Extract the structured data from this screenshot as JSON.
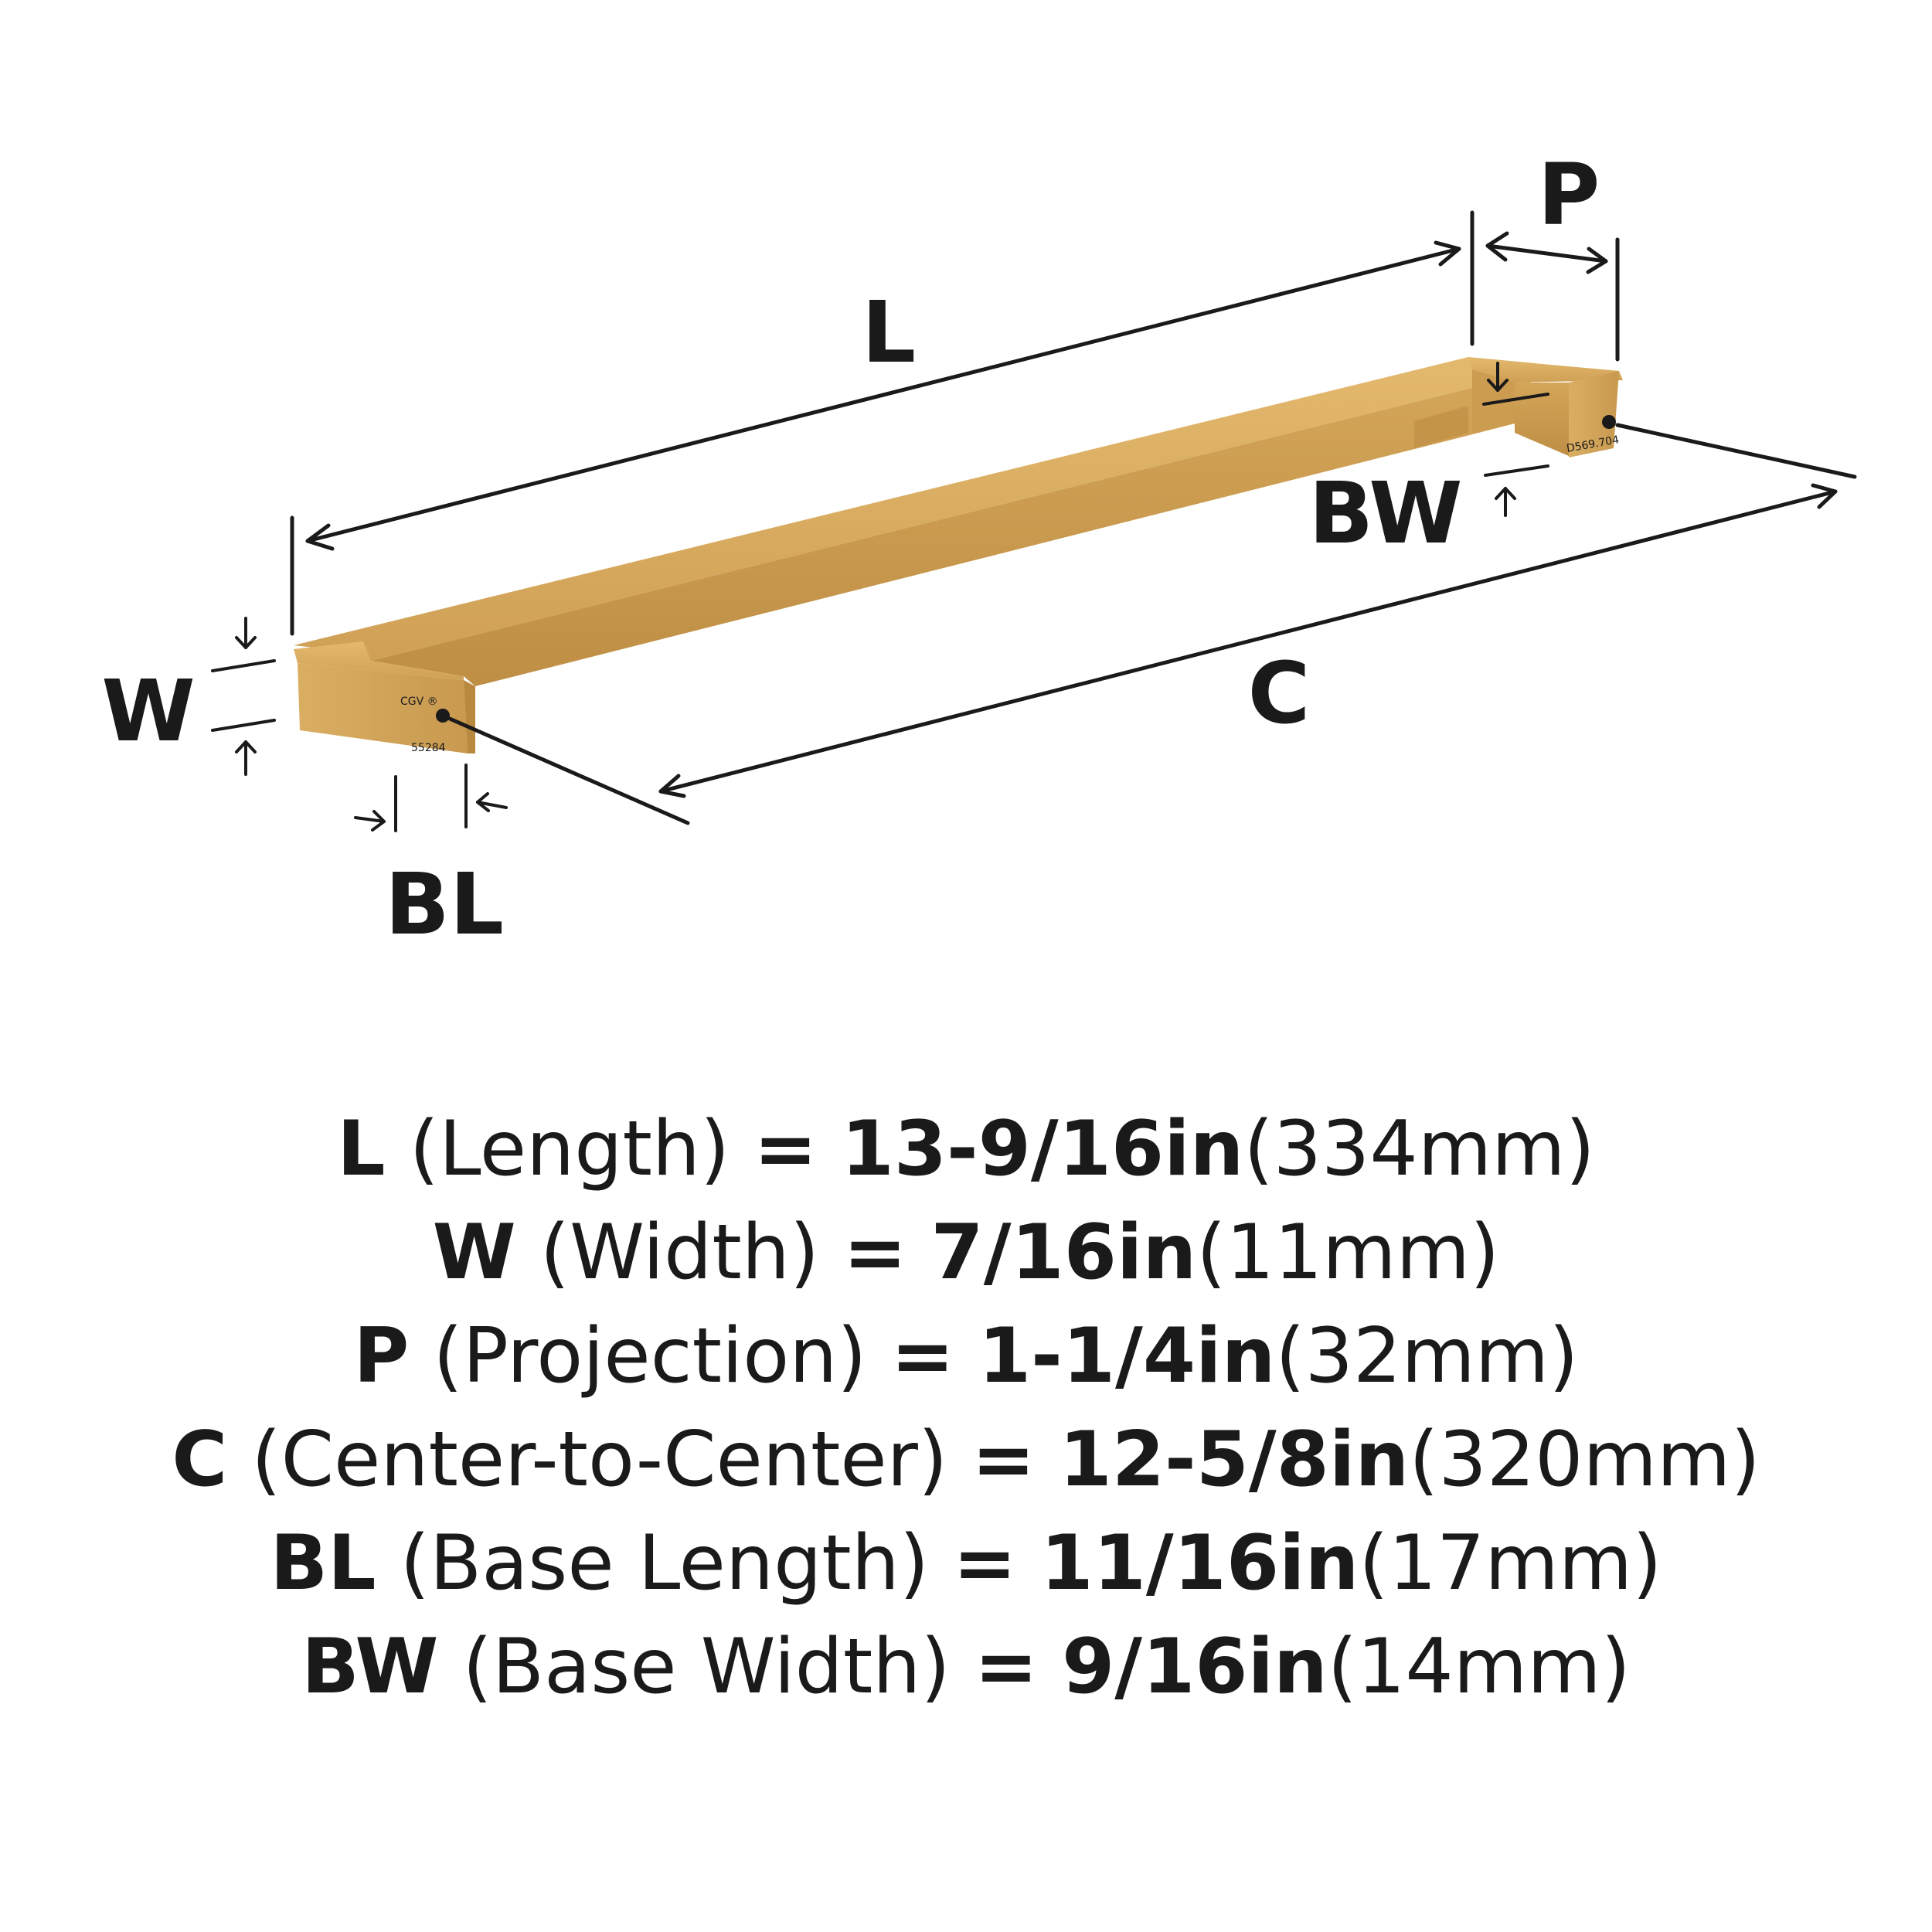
{
  "diagram": {
    "labels": {
      "L": "L",
      "P": "P",
      "BW": "BW",
      "W": "W",
      "C": "C",
      "BL": "BL"
    },
    "engravings": {
      "left_top": "CGV ®",
      "left_bottom": "55284",
      "right": "D569.704"
    },
    "colors": {
      "handle_top": "#D9AD62",
      "handle_front": "#C99A4E",
      "handle_end": "#D6AA5E",
      "handle_shadow": "#B8893F",
      "ink": "#1a1a1a"
    }
  },
  "specs": [
    {
      "code": "L",
      "name": "(Length)",
      "eq": "=",
      "imperial": "13-9/16in",
      "metric": "(334mm)"
    },
    {
      "code": "W",
      "name": "(Width)",
      "eq": "=",
      "imperial": "7/16in",
      "metric": "(11mm)"
    },
    {
      "code": "P",
      "name": "(Projection)",
      "eq": "=",
      "imperial": "1-1/4in",
      "metric": "(32mm)"
    },
    {
      "code": "C",
      "name": "(Center-to-Center)",
      "eq": "=",
      "imperial": "12-5/8in",
      "metric": "(320mm)"
    },
    {
      "code": "BL",
      "name": "(Base Length)",
      "eq": "=",
      "imperial": "11/16in",
      "metric": "(17mm)"
    },
    {
      "code": "BW",
      "name": "(Base Width)",
      "eq": "=",
      "imperial": "9/16in",
      "metric": "(14mm)"
    }
  ]
}
